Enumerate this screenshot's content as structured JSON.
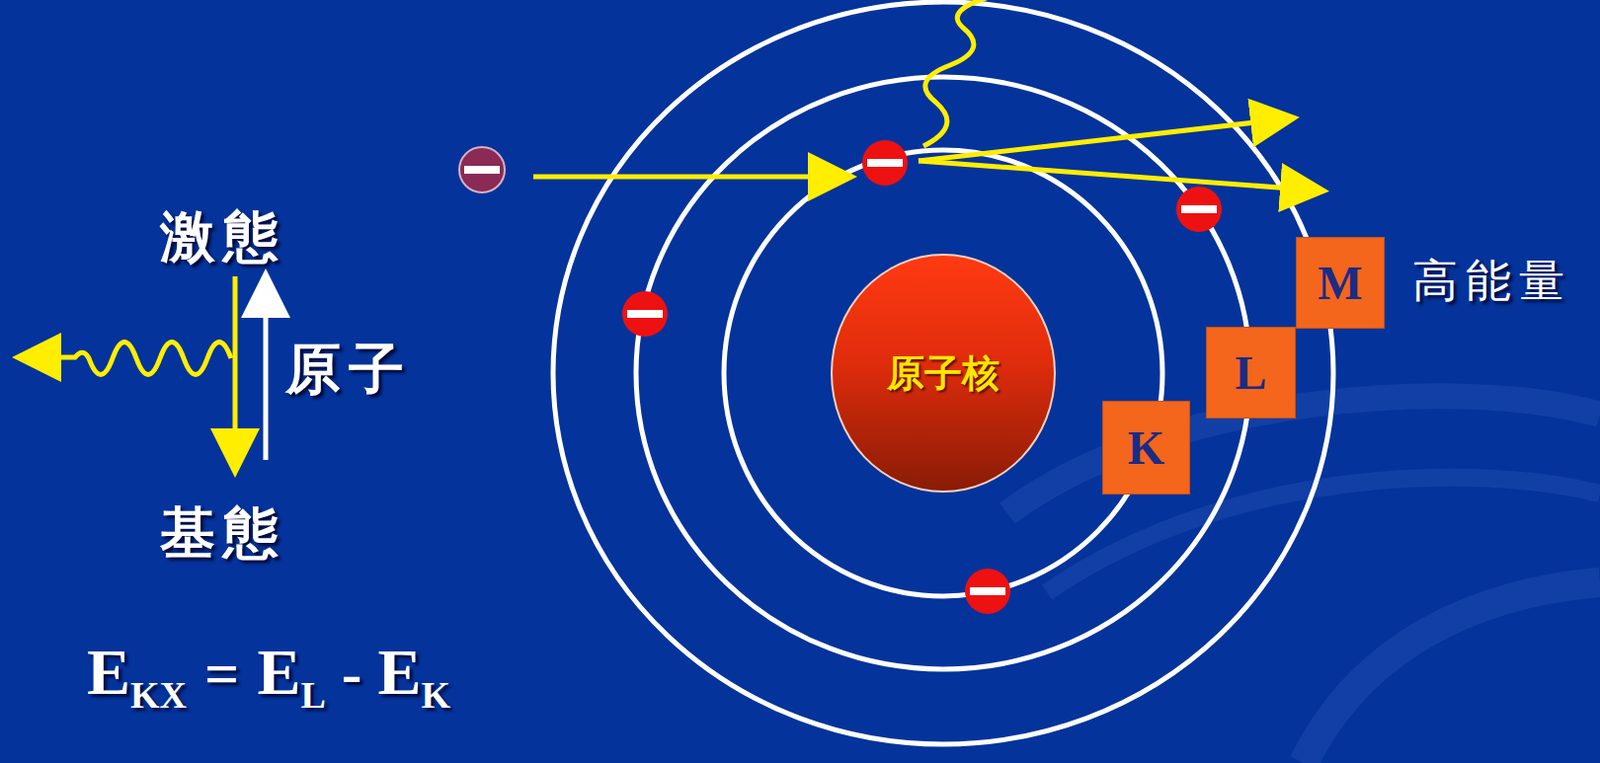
{
  "diagram": {
    "nodes": [
      {
        "text": [
          "原子核"
        ]
      },
      {
        "text": [
          "K"
        ]
      },
      {
        "text": [
          "L"
        ]
      },
      {
        "text": [
          "M"
        ]
      }
    ],
    "labels": [
      "激態",
      "原子",
      "基態",
      "E",
      "KX",
      "=",
      "E",
      "L",
      "-",
      "E",
      "K",
      "高能量"
    ]
  }
}
